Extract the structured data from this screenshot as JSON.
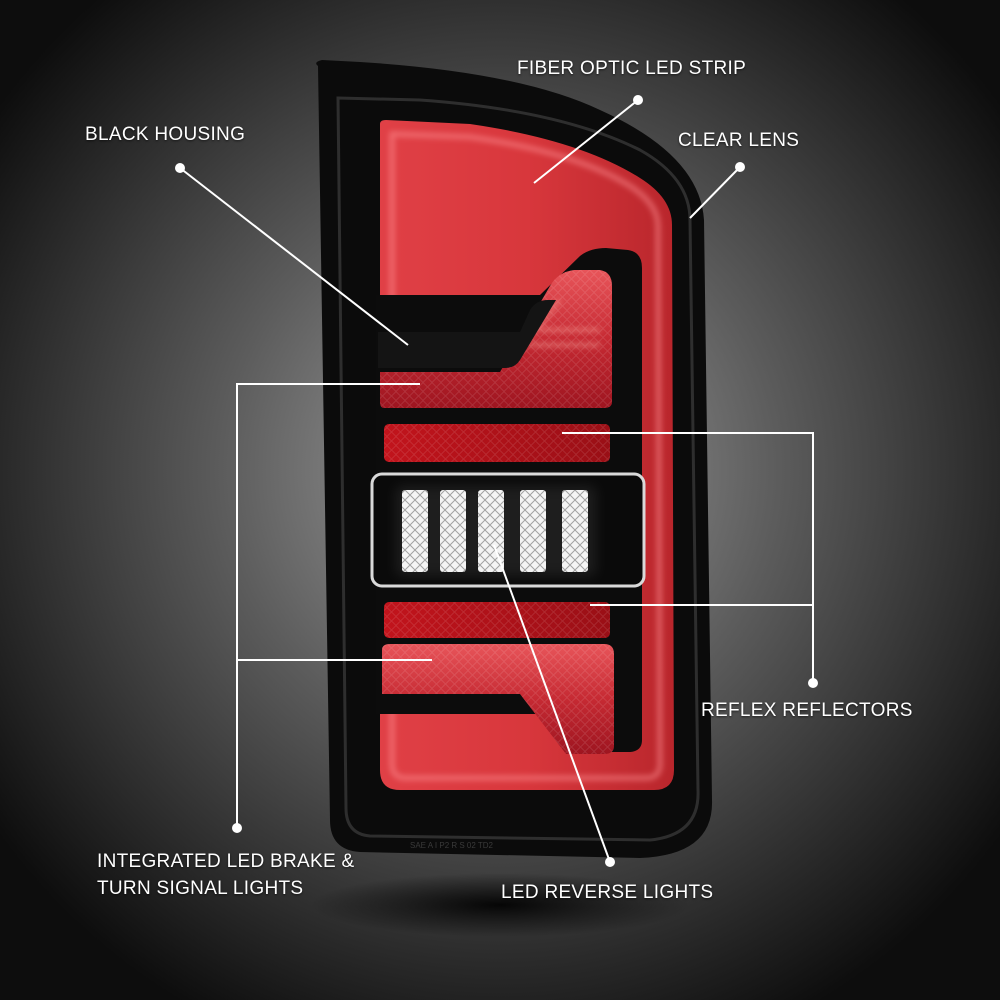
{
  "callouts": {
    "fiber_optic": "FIBER OPTIC LED STRIP",
    "black_housing": "BLACK HOUSING",
    "clear_lens": "CLEAR LENS",
    "reflex_reflectors": "REFLEX REFLECTORS",
    "integrated_line1": "INTEGRATED LED BRAKE &",
    "integrated_line2": "TURN SIGNAL LIGHTS",
    "reverse_lights": "LED REVERSE LIGHTS"
  },
  "product_marking": "SAE A I P2 R S 02 TD2",
  "colors": {
    "background_center": "#9a9a9a",
    "background_edge": "#0d0d0d",
    "housing": "#0b0b0b",
    "light_red": "#d8393e",
    "led_glow": "#ff5a5e",
    "reflector_red": "#b3121a",
    "reverse_white": "#ffffff",
    "callout_line": "#ffffff"
  }
}
